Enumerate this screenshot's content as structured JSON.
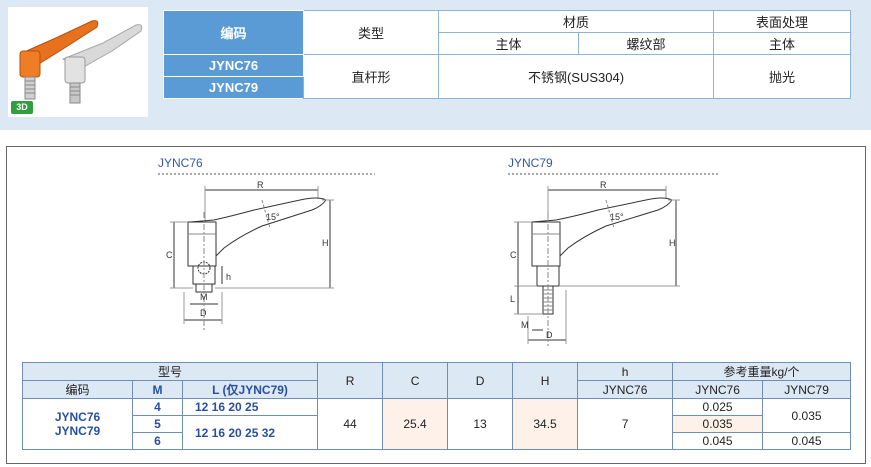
{
  "header": {
    "badge": "3D",
    "col_code": "编码",
    "col_type": "类型",
    "col_material": "材质",
    "col_material_body": "主体",
    "col_material_thread": "螺纹部",
    "col_surface": "表面处理",
    "col_surface_body": "主体",
    "codes": [
      "JYNC76",
      "JYNC79"
    ],
    "type_value": "直杆形",
    "material_value": "不锈钢(SUS304)",
    "surface_value": "抛光"
  },
  "drawings": {
    "left_title": "JYNC76",
    "right_title": "JYNC79",
    "labels": {
      "R": "R",
      "C": "C",
      "H": "H",
      "h": "h",
      "M": "M",
      "D": "D",
      "L": "L",
      "angle": "15°"
    }
  },
  "dims_table": {
    "group_model": "型号",
    "col_code": "编码",
    "col_M": "M",
    "col_L": "L (仅JYNC79)",
    "col_R": "R",
    "col_C": "C",
    "col_D": "D",
    "col_H": "H",
    "col_h": "h",
    "col_h_sub": "JYNC76",
    "group_weight": "参考重量kg/个",
    "col_w76": "JYNC76",
    "col_w79": "JYNC79",
    "code_line1": "JYNC76",
    "code_line2": "JYNC79",
    "M_values": [
      "4",
      "5",
      "6"
    ],
    "L_values_row1": "12  16  20  25",
    "L_values_row2": "12  16  20  25  32",
    "R_value": "44",
    "C_value": "25.4",
    "D_value": "13",
    "H_value": "34.5",
    "h_value": "7",
    "w76_values": [
      "0.025",
      "0.035",
      "0.045"
    ],
    "w79_values": [
      "0.035",
      "0.045"
    ]
  },
  "colors": {
    "header_blue": "#5b9bd5",
    "band": "#dce8f3",
    "handle_orange": "#e8711f",
    "code_text": "#2a4fa0"
  }
}
